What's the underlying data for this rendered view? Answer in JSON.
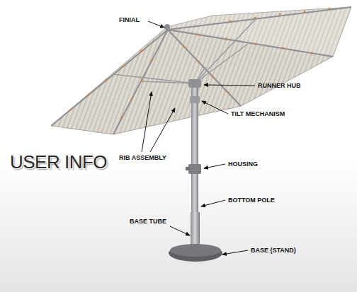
{
  "diagram": {
    "title": "USER INFO",
    "labels": [
      "FINIAL",
      "RUNNER HUB",
      "TILT MECHANISM",
      "RIB ASSEMBLY",
      "HOUSING",
      "BOTTOM POLE",
      "BASE TUBE",
      "BASE (STAND)"
    ]
  }
}
